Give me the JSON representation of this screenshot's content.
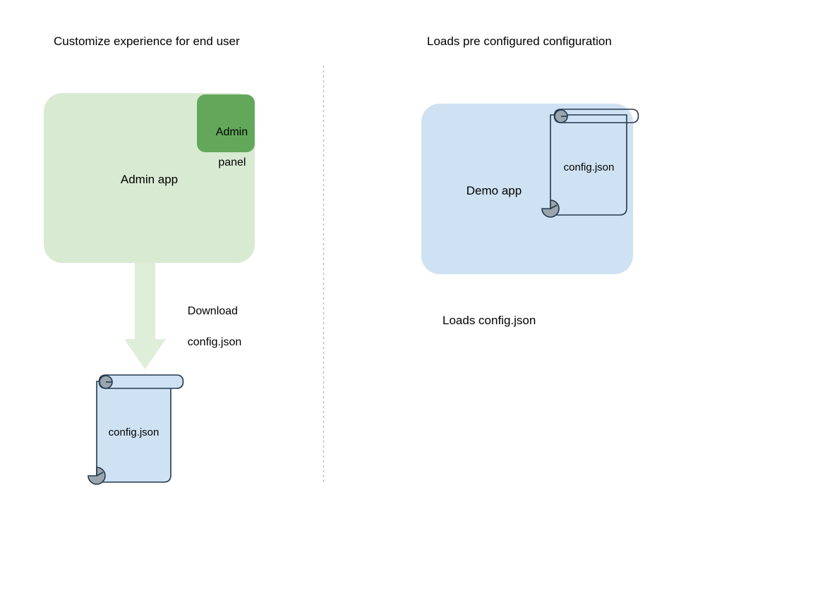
{
  "diagram": {
    "type": "flow-diagram",
    "background_color": "#ffffff",
    "columns": [
      {
        "title": "Customize experience for end user",
        "side": "left"
      },
      {
        "title": "Loads pre configured configuration",
        "side": "right"
      }
    ],
    "left_column": {
      "title": "Customize experience for end user",
      "app_box": {
        "label": "Admin app",
        "fill_color": "#d9ead3"
      },
      "panel_box": {
        "label_line1": "Admin",
        "label_line2": "panel",
        "fill_color": "#63a85a"
      },
      "arrow": {
        "label_line1": "Download",
        "label_line2": "config.json",
        "fill_color": "#dfeed9",
        "direction": "down"
      },
      "document": {
        "label": "config.json",
        "fill_color": "#cfe2f3",
        "stroke_color": "#23394d",
        "roll_color": "#9aa5ad"
      }
    },
    "right_column": {
      "title": "Loads pre configured configuration",
      "app_box": {
        "label": "Demo app",
        "fill_color": "#cfe2f3"
      },
      "document": {
        "label": "config.json",
        "fill_color": "transparent",
        "stroke_color": "#23394d",
        "roll_color": "#9aa5ad"
      },
      "caption": "Loads config.json"
    },
    "divider": {
      "style": "dashed-vertical",
      "color": "#b8b8b8"
    }
  }
}
